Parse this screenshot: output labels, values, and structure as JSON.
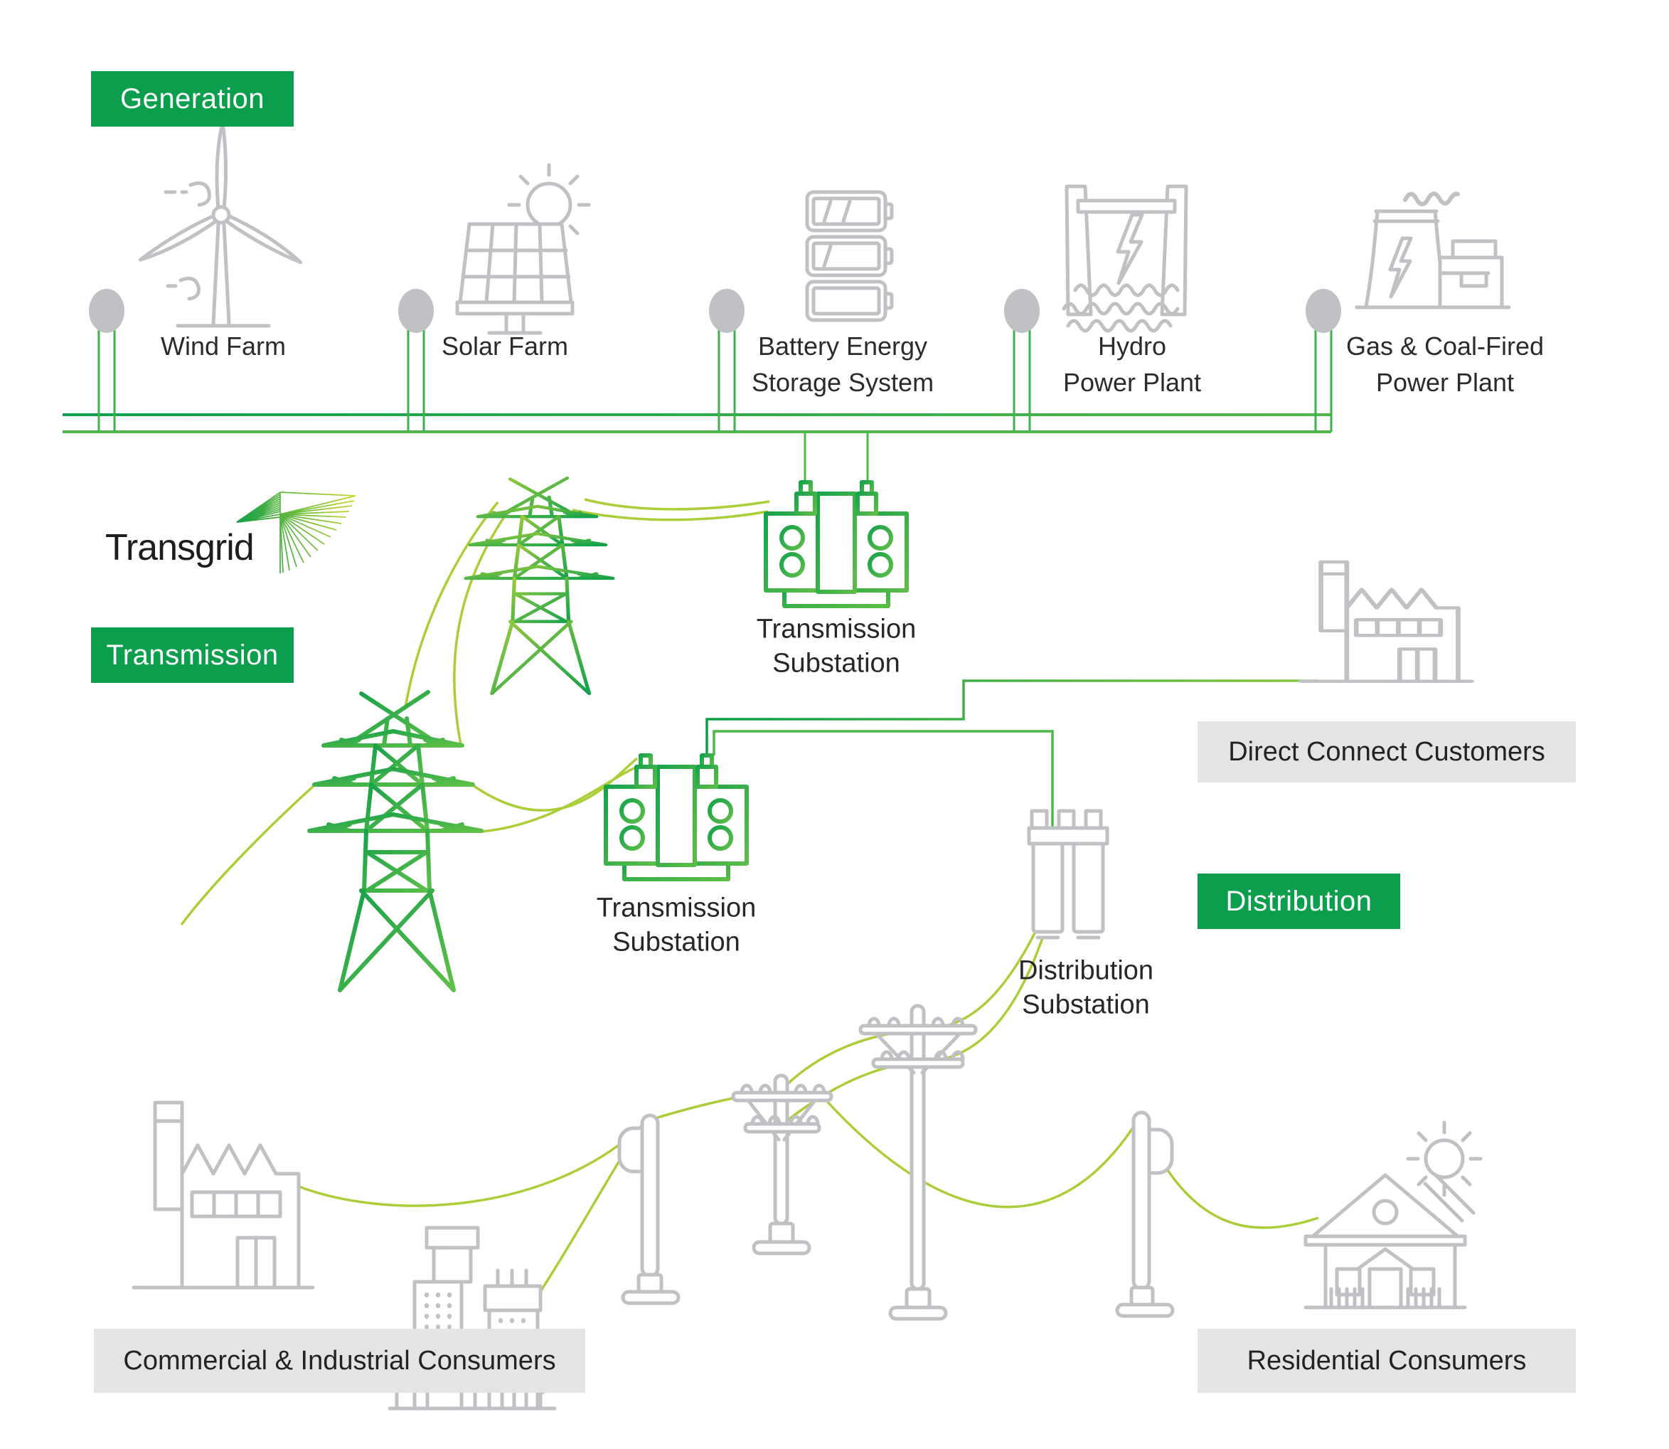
{
  "colors": {
    "badge_green": "#0a9e4d",
    "bus_green": "#2fa84d",
    "wire_green": "#abce38",
    "icon_gray": "#bfc1c4",
    "box_gray": "#e4e4e5",
    "text_dark": "#28282a",
    "logo_black": "#1d1d1f"
  },
  "generation": {
    "badge_label": "Generation",
    "sources": [
      {
        "label_lines": [
          "Wind Farm"
        ]
      },
      {
        "label_lines": [
          "Solar Farm"
        ]
      },
      {
        "label_lines": [
          "Battery Energy",
          "Storage System"
        ]
      },
      {
        "label_lines": [
          "Hydro",
          "Power Plant"
        ]
      },
      {
        "label_lines": [
          "Gas & Coal-Fired",
          "Power Plant"
        ]
      }
    ]
  },
  "transmission": {
    "badge_label": "Transmission",
    "logo_text": "Transgrid",
    "substation_a_label_lines": [
      "Transmission",
      "Substation"
    ],
    "substation_b_label_lines": [
      "Transmission",
      "Substation"
    ],
    "direct_connect_label": "Direct Connect Customers"
  },
  "distribution": {
    "badge_label": "Distribution",
    "substation_label_lines": [
      "Distribution",
      "Substation"
    ]
  },
  "consumers": {
    "commercial_label": "Commercial & Industrial Consumers",
    "residential_label": "Residential Consumers"
  }
}
